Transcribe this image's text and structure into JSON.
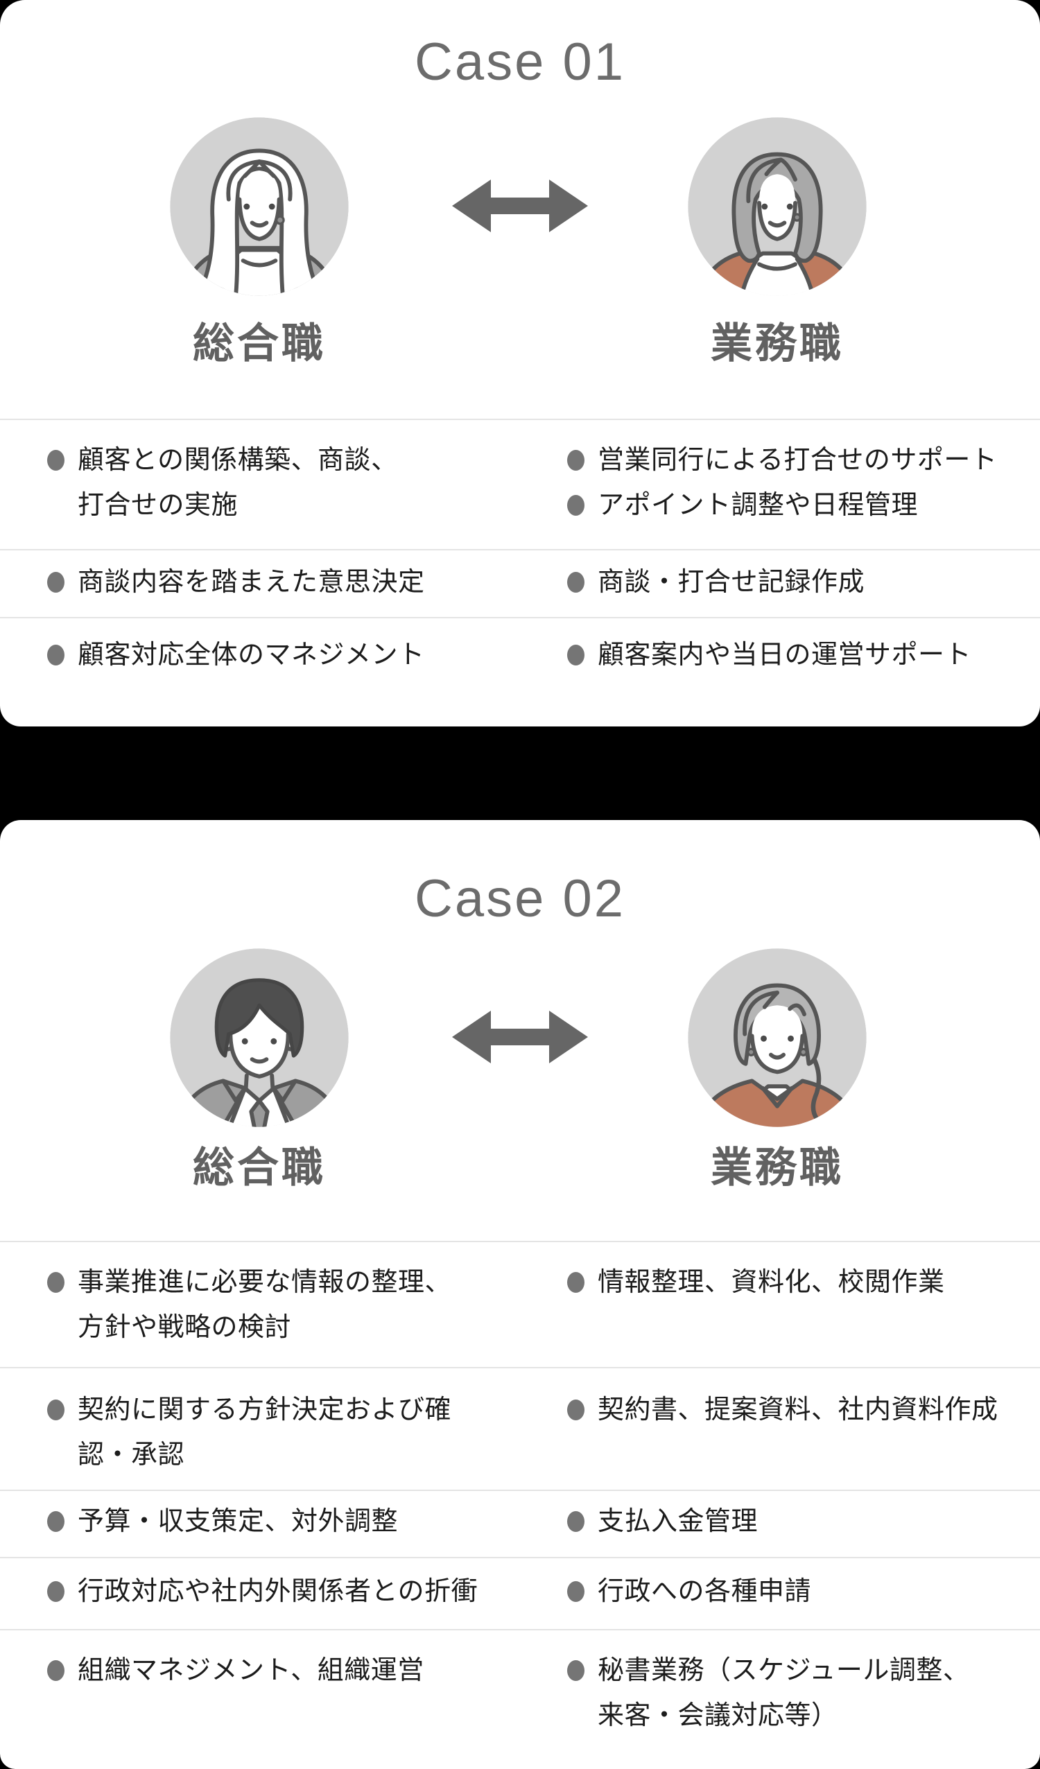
{
  "page": {
    "background": "#000000",
    "card_background": "#ffffff"
  },
  "colors": {
    "title_gray": "#6c6c6c",
    "role_label_gray": "#616161",
    "list_text": "#1c1c1c",
    "bullet_gray": "#757575",
    "divider_gray": "#e4e4e4",
    "arrow_gray": "#666666",
    "avatar_circle_bg": "#d2d2d2",
    "avatar_line": "#565656",
    "accent_orange": "#bd7a5e"
  },
  "icons": {
    "arrow": "double-arrow-icon",
    "bullet": "bullet-icon",
    "case01_left_avatar": "woman-long-hair-avatar",
    "case01_right_avatar": "woman-bob-hair-avatar",
    "case02_left_avatar": "man-suit-avatar",
    "case02_right_avatar": "woman-updo-avatar"
  },
  "case01": {
    "title": "Case 01",
    "roles": {
      "left": "総合職",
      "right": "業務職"
    },
    "rows": [
      {
        "left": [
          {
            "lines": [
              "顧客との関係構築、商談、",
              "打合せの実施"
            ]
          }
        ],
        "right": [
          {
            "lines": [
              "営業同行による打合せのサポート"
            ]
          },
          {
            "lines": [
              "アポイント調整や日程管理"
            ]
          }
        ]
      },
      {
        "left": [
          {
            "lines": [
              "商談内容を踏まえた意思決定"
            ]
          }
        ],
        "right": [
          {
            "lines": [
              "商談・打合せ記録作成"
            ]
          }
        ]
      },
      {
        "left": [
          {
            "lines": [
              "顧客対応全体のマネジメント"
            ]
          }
        ],
        "right": [
          {
            "lines": [
              "顧客案内や当日の運営サポート"
            ]
          }
        ]
      }
    ]
  },
  "case02": {
    "title": "Case 02",
    "roles": {
      "left": "総合職",
      "right": "業務職"
    },
    "rows": [
      {
        "left": [
          {
            "lines": [
              "事業推進に必要な情報の整理、",
              "方針や戦略の検討"
            ]
          }
        ],
        "right": [
          {
            "lines": [
              "情報整理、資料化、校閲作業"
            ]
          }
        ]
      },
      {
        "left": [
          {
            "lines": [
              "契約に関する方針決定および確",
              "認・承認"
            ]
          }
        ],
        "right": [
          {
            "lines": [
              "契約書、提案資料、社内資料作成"
            ]
          }
        ]
      },
      {
        "left": [
          {
            "lines": [
              "予算・収支策定、対外調整"
            ]
          }
        ],
        "right": [
          {
            "lines": [
              "支払入金管理"
            ]
          }
        ]
      },
      {
        "left": [
          {
            "lines": [
              "行政対応や社内外関係者との折衝"
            ]
          }
        ],
        "right": [
          {
            "lines": [
              "行政への各種申請"
            ]
          }
        ]
      },
      {
        "left": [
          {
            "lines": [
              "組織マネジメント、組織運営"
            ]
          }
        ],
        "right": [
          {
            "lines": [
              "秘書業務（スケジュール調整、",
              "来客・会議対応等）"
            ]
          }
        ]
      }
    ]
  }
}
